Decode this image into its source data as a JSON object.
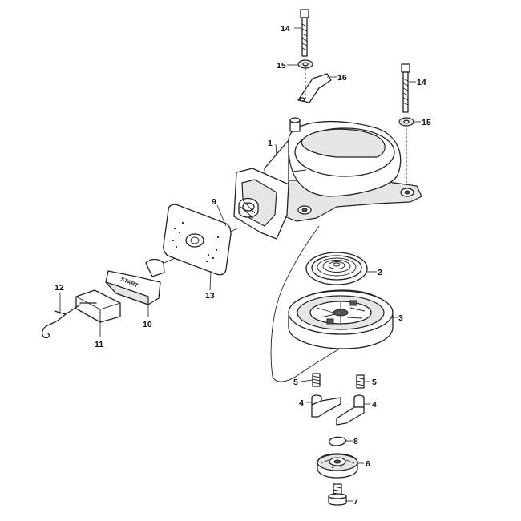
{
  "callouts": {
    "c1": "1",
    "c2": "2",
    "c3": "3",
    "c4a": "4",
    "c4b": "4",
    "c5a": "5",
    "c5b": "5",
    "c6": "6",
    "c7": "7",
    "c8": "8",
    "c9": "9",
    "c10": "10",
    "c11": "11",
    "c12": "12",
    "c13": "13",
    "c14a": "14",
    "c14b": "14",
    "c15a": "15",
    "c15b": "15",
    "c16": "16"
  },
  "handle_text": "START"
}
